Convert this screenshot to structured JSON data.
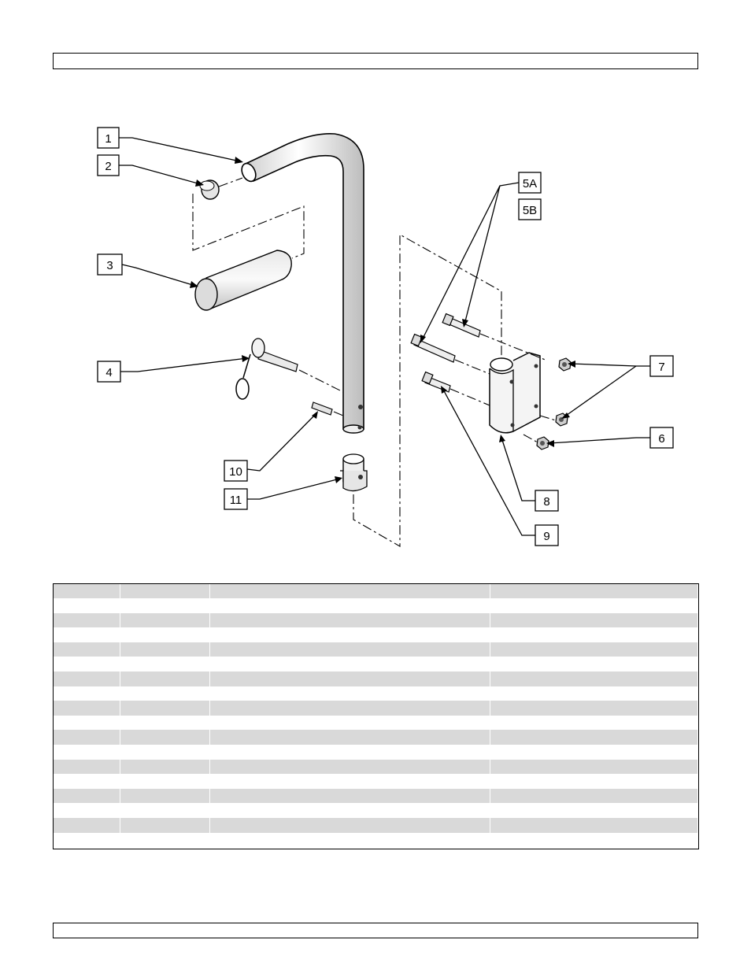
{
  "callouts": {
    "c1": "1",
    "c2": "2",
    "c3": "3",
    "c4": "4",
    "c5a": "5A",
    "c5b": "5B",
    "c6": "6",
    "c7": "7",
    "c8": "8",
    "c9": "9",
    "c10": "10",
    "c11": "11"
  },
  "parts_table": {
    "columns": 4,
    "body_rows": 17,
    "header_color": "#d9d9d9",
    "stripe_color": "#d9d9d9"
  }
}
